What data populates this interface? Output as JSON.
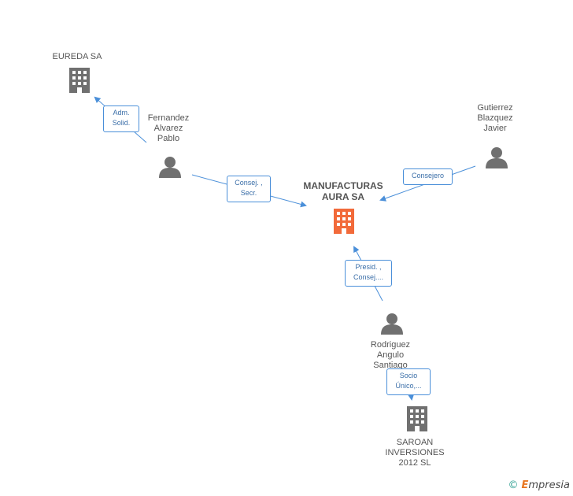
{
  "nodes": {
    "eureda": {
      "label": "EUREDA SA",
      "type": "company"
    },
    "fernandez": {
      "label": "Fernandez\nAlvarez\nPablo",
      "type": "person"
    },
    "gutierrez": {
      "label": "Gutierrez\nBlazquez\nJavier",
      "type": "person"
    },
    "manufacturas": {
      "label": "MANUFACTURAS\nAURA SA",
      "type": "company-main"
    },
    "rodriguez": {
      "label": "Rodriguez\nAngulo\nSantiago",
      "type": "person"
    },
    "saroan": {
      "label": "SAROAN\nINVERSIONES\n2012 SL",
      "type": "company"
    }
  },
  "roles": {
    "adm_solid": "Adm.\nSolid.",
    "consej_secr": "Consej. ,\nSecr.",
    "consejero": "Consejero",
    "presid_consej": "Presid. ,\nConsej....",
    "socio_unico": "Socio\nÚnico,..."
  },
  "footer": {
    "copyright": "©",
    "brand_initial": "E",
    "brand_rest": "mpresia"
  },
  "colors": {
    "edge": "#4a8fd9",
    "company": "#707070",
    "company_main": "#f26a3a",
    "person": "#707070"
  }
}
